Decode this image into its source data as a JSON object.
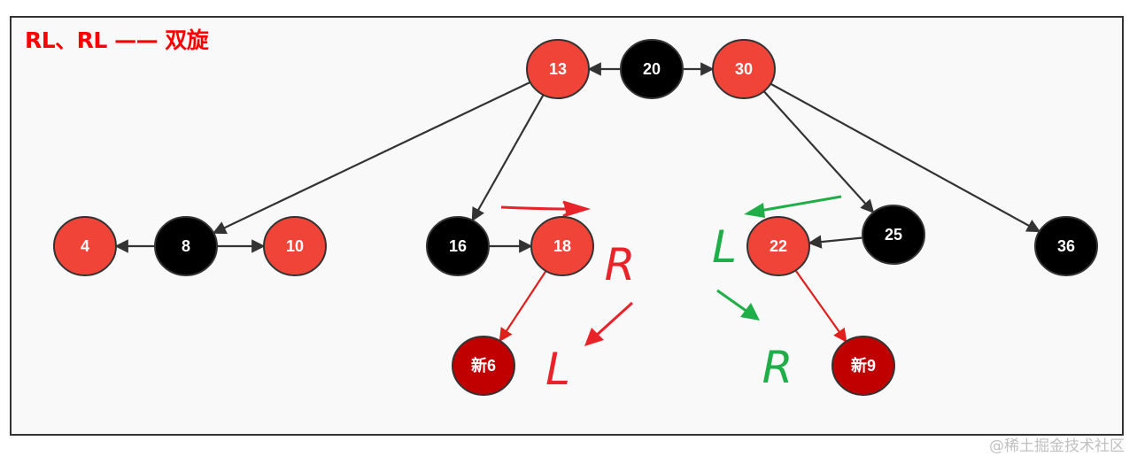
{
  "title": "RL、RL —— 双旋",
  "watermark": "@稀土掘金技术社区",
  "colors": {
    "red_node": "#f04438",
    "black_node": "#000000",
    "new_node": "#c00000",
    "node_stroke": "#333333",
    "edge": "#333333",
    "red_edge": "#e0201c",
    "red_mark": "#e8232a",
    "green_mark": "#1fae48",
    "title": "#ff0000"
  },
  "nodes": [
    {
      "id": "n13",
      "label": "13",
      "color": "red"
    },
    {
      "id": "n20",
      "label": "20",
      "color": "black"
    },
    {
      "id": "n30",
      "label": "30",
      "color": "red"
    },
    {
      "id": "n4",
      "label": "4",
      "color": "red"
    },
    {
      "id": "n8",
      "label": "8",
      "color": "black"
    },
    {
      "id": "n10",
      "label": "10",
      "color": "red"
    },
    {
      "id": "n16",
      "label": "16",
      "color": "black"
    },
    {
      "id": "n18",
      "label": "18",
      "color": "red"
    },
    {
      "id": "n22",
      "label": "22",
      "color": "red"
    },
    {
      "id": "n25",
      "label": "25",
      "color": "black"
    },
    {
      "id": "n36",
      "label": "36",
      "color": "black"
    },
    {
      "id": "n6",
      "label": "新6",
      "color": "new"
    },
    {
      "id": "n9",
      "label": "新9",
      "color": "new"
    }
  ],
  "edges": [
    {
      "from": "n20",
      "to": "n13",
      "kind": "normal"
    },
    {
      "from": "n20",
      "to": "n30",
      "kind": "normal"
    },
    {
      "from": "n13",
      "to": "n8",
      "kind": "normal"
    },
    {
      "from": "n13",
      "to": "n16",
      "kind": "normal"
    },
    {
      "from": "n30",
      "to": "n25",
      "kind": "normal"
    },
    {
      "from": "n30",
      "to": "n36",
      "kind": "normal"
    },
    {
      "from": "n8",
      "to": "n4",
      "kind": "normal"
    },
    {
      "from": "n8",
      "to": "n10",
      "kind": "normal"
    },
    {
      "from": "n16",
      "to": "n18",
      "kind": "normal"
    },
    {
      "from": "n25",
      "to": "n22",
      "kind": "normal"
    },
    {
      "from": "n18",
      "to": "n6",
      "kind": "red"
    },
    {
      "from": "n22",
      "to": "n9",
      "kind": "red"
    }
  ],
  "annotations": [
    {
      "id": "mark-r-left",
      "text": "R",
      "color": "red"
    },
    {
      "id": "mark-l-left",
      "text": "L",
      "color": "red"
    },
    {
      "id": "mark-l-right",
      "text": "L",
      "color": "green"
    },
    {
      "id": "mark-r-right",
      "text": "R",
      "color": "green"
    }
  ]
}
